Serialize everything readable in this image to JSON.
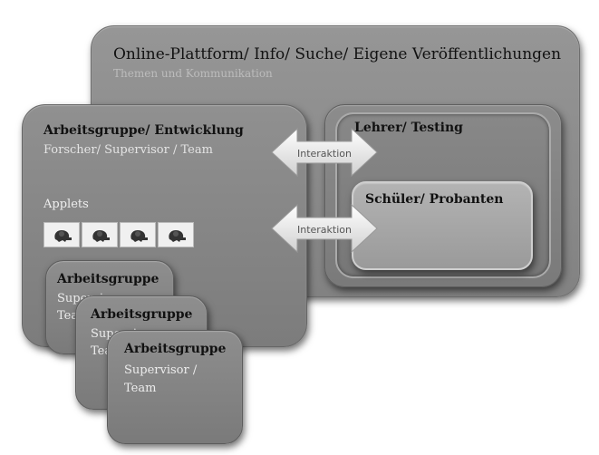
{
  "platform": {
    "title": "Online-Plattform/ Info/ Suche/ Eigene Veröffentlichungen",
    "subtitle": "Themen und Kommunikation"
  },
  "main_group": {
    "title": "Arbeitsgruppe/ Entwicklung",
    "subtitle": "Forscher/ Supervisor / Team",
    "applets_label": "Applets"
  },
  "teacher": {
    "title": "Lehrer/ Testing"
  },
  "student": {
    "title": "Schüler/ Probanten"
  },
  "arrows": {
    "top_label": "Interaktion",
    "bottom_label": "Interaktion"
  },
  "group_1": {
    "title": "Arbeitsgruppe",
    "line1": "Supervisor",
    "line2": "Team"
  },
  "group_2": {
    "title": "Arbeitsgruppe",
    "line1": "Supervisor",
    "line2": "Team"
  },
  "group_3": {
    "title": "Arbeitsgruppe",
    "line1": "Supervisor /",
    "line2": "Team"
  },
  "icons": [
    "applet-icon",
    "applet-icon",
    "applet-icon",
    "applet-icon",
    "double-arrow-icon"
  ]
}
